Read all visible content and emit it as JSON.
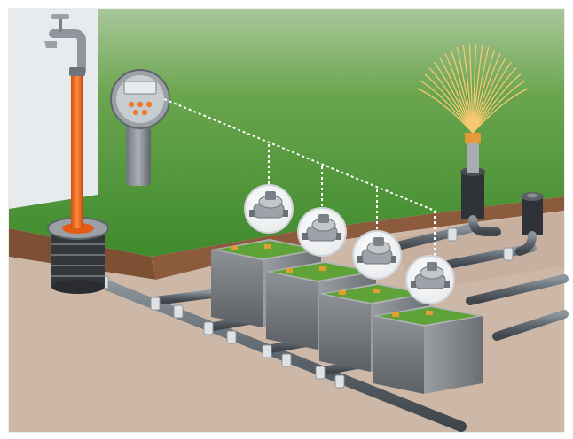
{
  "figure": {
    "kind": "illustration",
    "subject": "irrigation",
    "palette": {
      "wall": "#e9edf1",
      "grass": "#4f9b3b",
      "grass_dark": "#3b7b2c",
      "soil_side": "#8a5a3b",
      "soil_top": "#b9866a",
      "ground": "#cdb7a6",
      "pipe": "#5f6770",
      "pipe_hl": "#8a939b",
      "orange_hose": "#ef6a1f",
      "box": "#7b7f84",
      "box_top": "#a9adb2",
      "lid_green": "#6fae3f",
      "lid_green_dark": "#4f8a2a",
      "metal": "#b7bcc2",
      "metal_dark": "#7e848b",
      "wire": "#ffffff",
      "spray": "#f3c16f",
      "black": "#2d2f33"
    },
    "valve_boxes": [
      {
        "id": "box-1"
      },
      {
        "id": "box-2"
      },
      {
        "id": "box-3"
      },
      {
        "id": "box-4"
      }
    ],
    "callouts": [
      {
        "id": "callout-1"
      },
      {
        "id": "callout-2"
      },
      {
        "id": "callout-3"
      },
      {
        "id": "callout-4"
      }
    ]
  }
}
